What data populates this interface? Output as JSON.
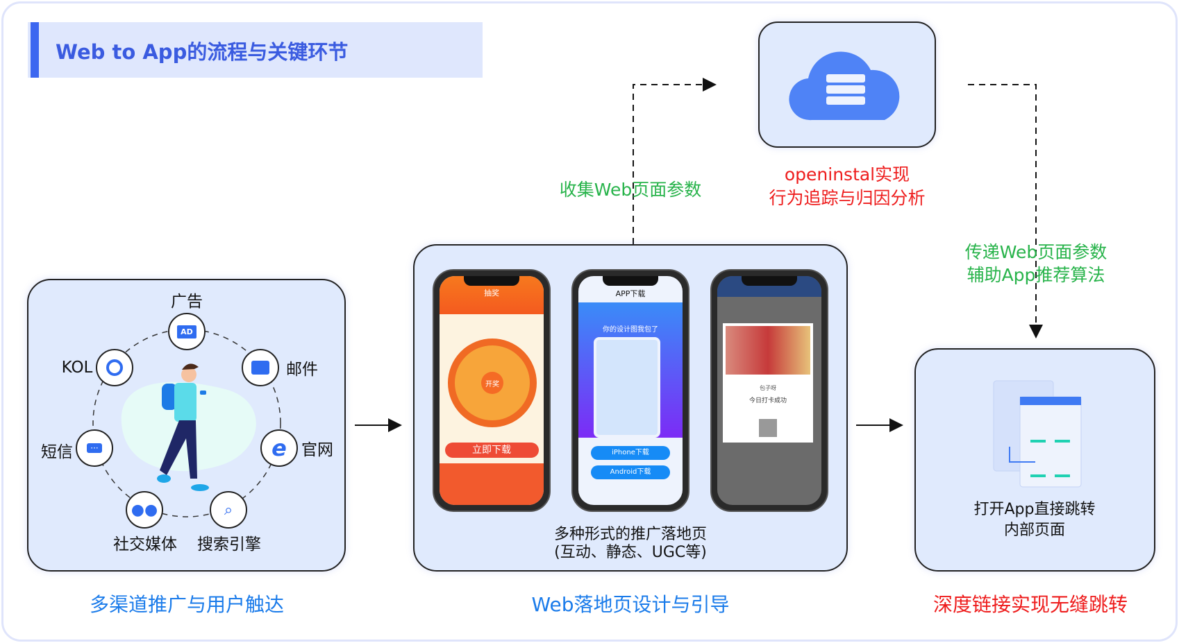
{
  "title": "Web to App的流程与关键环节",
  "channels": {
    "ad": "广告",
    "email": "邮件",
    "website": "官网",
    "search": "搜索引擎",
    "social": "社交媒体",
    "sms": "短信",
    "kol": "KOL",
    "ad_icon_text": "AD"
  },
  "captions": {
    "left": "多渠道推广与用户触达",
    "middle": "Web落地页设计与引导",
    "right": "深度链接实现无缝跳转"
  },
  "middle_box": {
    "line1": "多种形式的推广落地页",
    "line2": "(互动、静态、UGC等)"
  },
  "phones": {
    "p1": {
      "title": "抽奖",
      "button": "立即下载",
      "center": "开奖"
    },
    "p2": {
      "title": "APP下载",
      "subtitle": "你的设计图我包了",
      "iphone": "iPhone下载",
      "android": "Android下载"
    },
    "p3": {
      "name": "包子呀",
      "checkin": "今日打卡成功"
    }
  },
  "right_box": {
    "line1": "打开App直接跳转",
    "line2": "内部页面"
  },
  "cloud": {
    "line1": "openinstal实现",
    "line2": "行为追踪与归因分析"
  },
  "collect_label": "收集Web页面参数",
  "pass_label": {
    "line1": "传递Web页面参数",
    "line2": "辅助App推荐算法"
  },
  "colors": {
    "blue": "#1a7bea",
    "red": "#ee1c1c",
    "green": "#27b34a",
    "title": "#3a5be0"
  }
}
